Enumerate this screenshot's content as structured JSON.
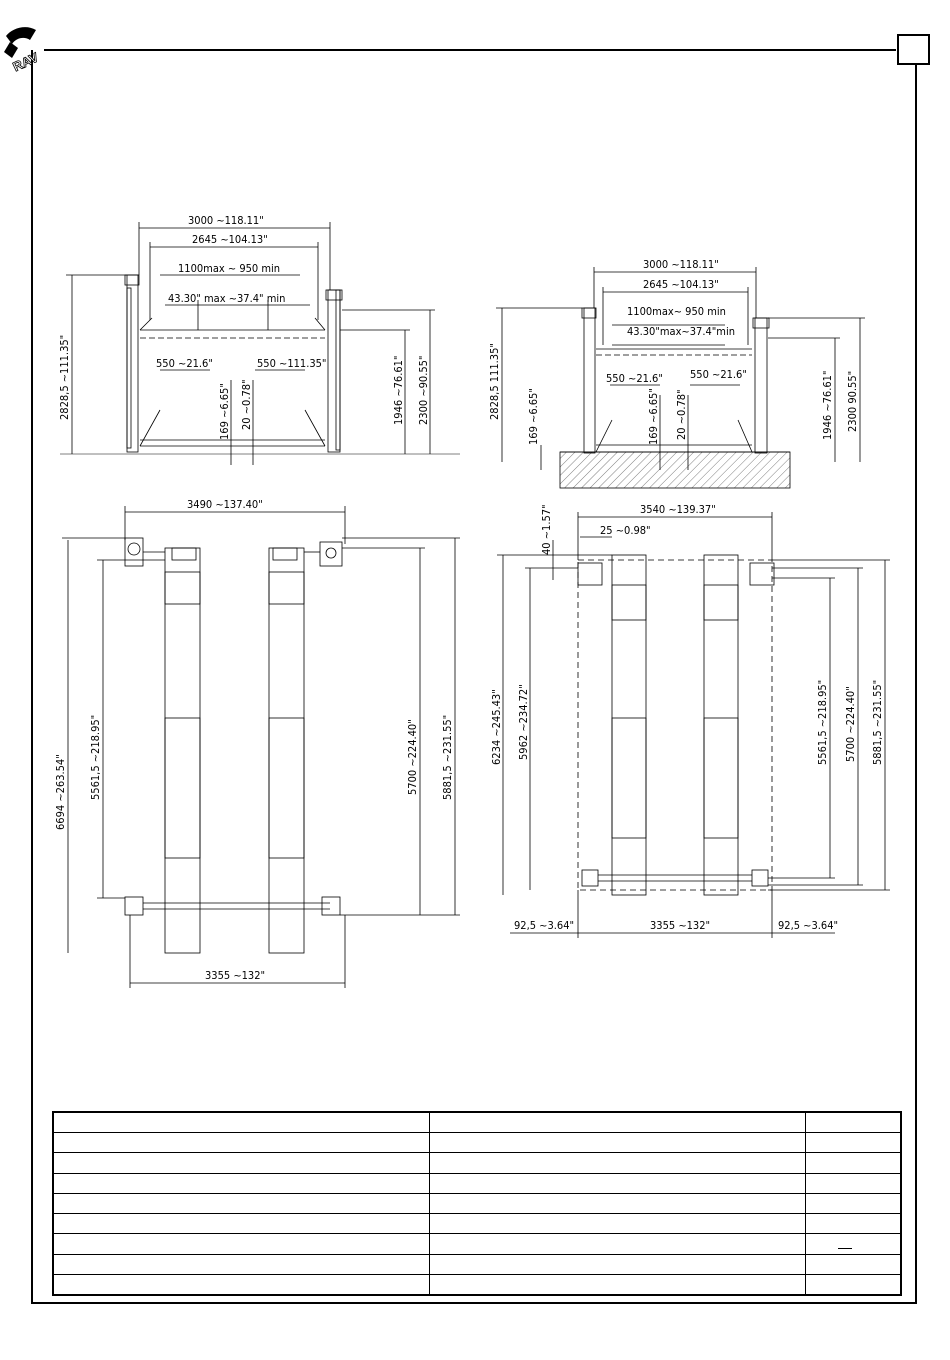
{
  "document": {
    "logo_text": "RAV",
    "page_number": ""
  },
  "front_views": {
    "left": {
      "overall_width": "3000  ~118.11\"",
      "inner_width": "2645  ~104.13\"",
      "platform_span_mm": "1100max ~ 950  min",
      "platform_span_in": "43.30\" max     ~37.4\" min",
      "pad_left": "550  ~21.6\"",
      "pad_right": "550  ~111.35\"",
      "total_height": "2828,5  ~111.35\"",
      "lift_height": "1946  ~76.61\"",
      "max_height": "2300  ~90.55\"",
      "min_height": "169  ~6.65\"",
      "ground_offset": "20  ~0.78\""
    },
    "right": {
      "overall_width": "3000  ~118.11\"",
      "inner_width": "2645  ~104.13\"",
      "platform_span_mm": "1100max~  950  min",
      "platform_span_in": "43.30\"max~37.4\"min",
      "pad_left": "550  ~21.6\"",
      "pad_right": "550  ~21.6\"",
      "total_height": "2828,5  111.35\"",
      "pit_depth": "169  ~6.65\"",
      "min_height": "169  ~6.65\"",
      "ground_offset": "20  ~0.78\"",
      "lift_height": "1946  ~76.61\"",
      "max_height": "2300  90.55\""
    }
  },
  "plan_views": {
    "left": {
      "overall_width": "3490  ~137.40\"",
      "total_length": "6694  ~263.54\"",
      "runway_length": "5561,5  ~218.95\"",
      "column_distance": "5700  ~224.40\"",
      "outer_length": "5881,5  ~231.55\"",
      "base_width": "3355  ~132\""
    },
    "right": {
      "overall_width": "3540  ~139.37\"",
      "offset_y": "40  ~1.57\"",
      "offset_x": "25  ~0.98\"",
      "total_length": "6234  ~245.43\"",
      "frame_length": "5962  ~234.72\"",
      "runway_length": "5561,5  ~218.95\"",
      "column_distance": "5700  ~224.40\"",
      "outer_length": "5881,5  ~231.55\"",
      "side_left": "92,5  ~3.64\"",
      "base_width": "3355  ~132\"",
      "side_right": "92,5  ~3.64\""
    }
  },
  "spec_table": {
    "rows": [
      [
        "",
        "",
        ""
      ],
      [
        "",
        "",
        ""
      ],
      [
        "",
        "",
        ""
      ],
      [
        "",
        "",
        ""
      ],
      [
        "",
        "",
        ""
      ],
      [
        "",
        "",
        ""
      ],
      [
        "",
        "",
        ""
      ],
      [
        "",
        "",
        ""
      ],
      [
        "",
        "",
        ""
      ]
    ]
  }
}
